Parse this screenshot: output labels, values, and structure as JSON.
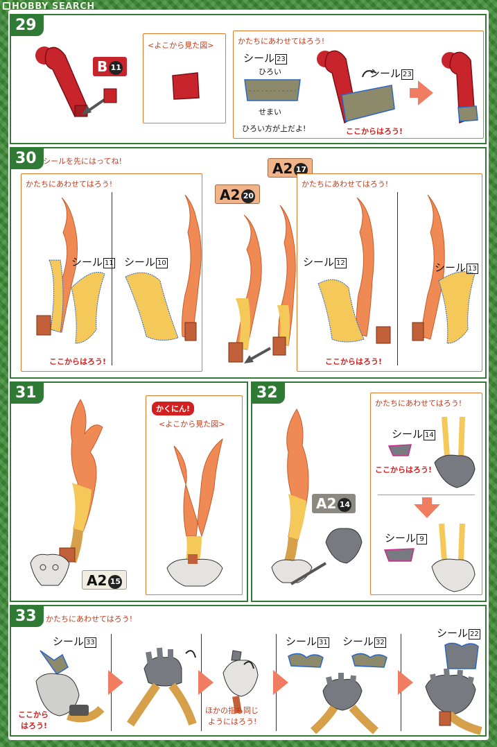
{
  "watermark": "HOBBY SEARCH",
  "instruction": {
    "shape_note": "かたちにあわせてはろう!",
    "start_here": "ここからはろう!",
    "side_view": "<よこから見た図>",
    "sticker_word": "シール"
  },
  "steps": [
    {
      "number": "29",
      "part": {
        "letter": "B",
        "num": "11"
      },
      "side_view": "<よこから見た図>",
      "shape_note": "かたちにあわせてはろう!",
      "sticker": "23",
      "wide": "ひろい",
      "narrow": "せまい",
      "wide_side_up": "ひろい方が上だよ!",
      "start_here": "ここからはろう!"
    },
    {
      "number": "30",
      "sticker_first": "シールを先にはってね!",
      "left_note": "かたちにあわせてはろう!",
      "right_note": "かたちにあわせてはろう!",
      "stickers": [
        "11",
        "10",
        "12",
        "13"
      ],
      "parts": [
        {
          "letter": "A2",
          "num": "20"
        },
        {
          "letter": "A2",
          "num": "17"
        }
      ],
      "start_here_left": "ここからはろう!",
      "start_here_right": "ここからはろう!"
    },
    {
      "number": "31",
      "part": {
        "letter": "A2",
        "num": "15"
      },
      "click_in": "かくにん!",
      "side_view": "<よこから見た図>"
    },
    {
      "number": "32",
      "part": {
        "letter": "A2",
        "num": "14"
      },
      "shape_note": "かたちにあわせてはろう!",
      "stickers": [
        "14",
        "9"
      ],
      "start_here": "ここからはろう!"
    },
    {
      "number": "33",
      "shape_note": "かたちにあわせてはろう!",
      "stickers": [
        "33",
        "31",
        "32",
        "22"
      ],
      "start_here_line1": "ここから",
      "start_here_line2": "はろう!",
      "other_fingers_line1": "ほかの指も同じ",
      "other_fingers_line2": "ようにはろう!"
    }
  ],
  "colors": {
    "green": "#2f7a34",
    "orange_line": "#e07a2a",
    "red_text": "#d21f1f",
    "red_part": "#c8242c",
    "flame_orange": "#f08a55",
    "flame_yellow": "#f5c85a",
    "sticker_gray": "#8c8a6a",
    "hand_gray": "#777a80"
  }
}
